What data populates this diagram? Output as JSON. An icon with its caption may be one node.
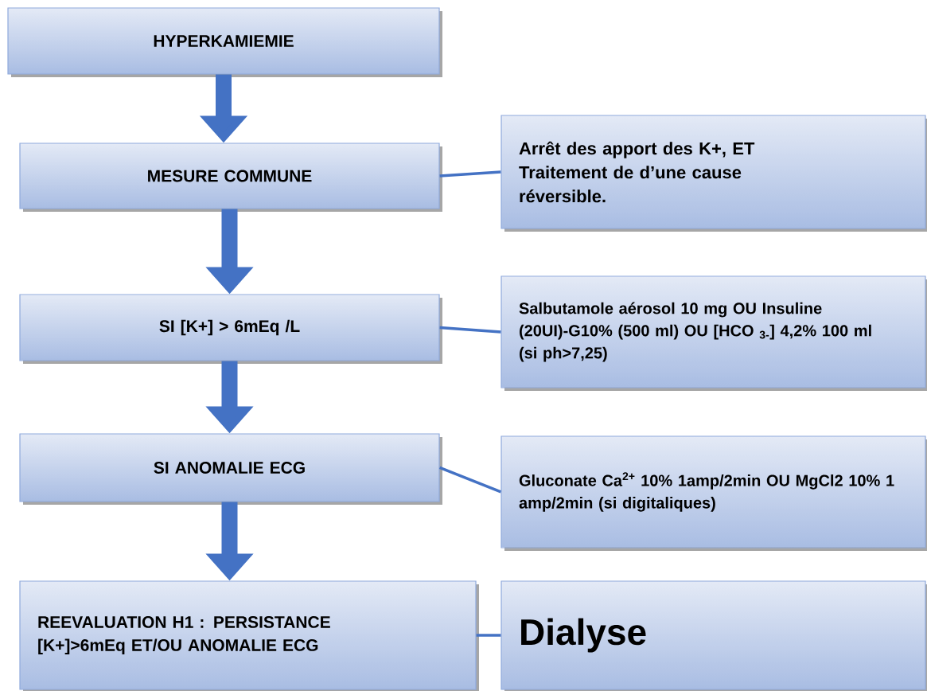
{
  "diagram": {
    "nodes": [
      {
        "text": [
          "HYPERKAMIEMIE"
        ]
      },
      {
        "text": [
          "MESURE COMMUNE"
        ]
      },
      {
        "text": [
          "Arrêt des apport des K+, ET Traitement de d’une cause réversible."
        ]
      },
      {
        "text": [
          "SI [K+] > 6mEq /L"
        ]
      },
      {
        "text": [
          "Salbutamole aérosol 10 mg OU Insuline (20UI)-G10% (500 ml) OU [HCO $_{3-}$] 4,2% 100 ml (si ph>7,25)"
        ]
      },
      {
        "text": [
          "SI ANOMALIE ECG"
        ]
      },
      {
        "text": [
          "Gluconate Ca$^{2+}$ 10% 1amp/2min OU MgCl2 10% 1 amp/2min (si digitaliques)"
        ]
      },
      {
        "text": [
          "REEVALUATION H1 : PERSISTANCE [K+]>6mEq ET/OU ANOMALIE ECG"
        ]
      },
      {
        "text": [
          "Dialyse"
        ]
      }
    ],
    "edges": [
      {
        "from": 0,
        "to": 1,
        "arrow": "to",
        "style": "thick"
      },
      {
        "from": 1,
        "to": 2,
        "arrow": "none"
      },
      {
        "from": 1,
        "to": 3,
        "arrow": "to",
        "style": "thick"
      },
      {
        "from": 3,
        "to": 4,
        "arrow": "none"
      },
      {
        "from": 3,
        "to": 5,
        "arrow": "to",
        "style": "thick"
      },
      {
        "from": 5,
        "to": 6,
        "arrow": "none"
      },
      {
        "from": 5,
        "to": 7,
        "arrow": "to",
        "style": "thick"
      },
      {
        "from": 7,
        "to": 8,
        "arrow": "none"
      }
    ]
  }
}
